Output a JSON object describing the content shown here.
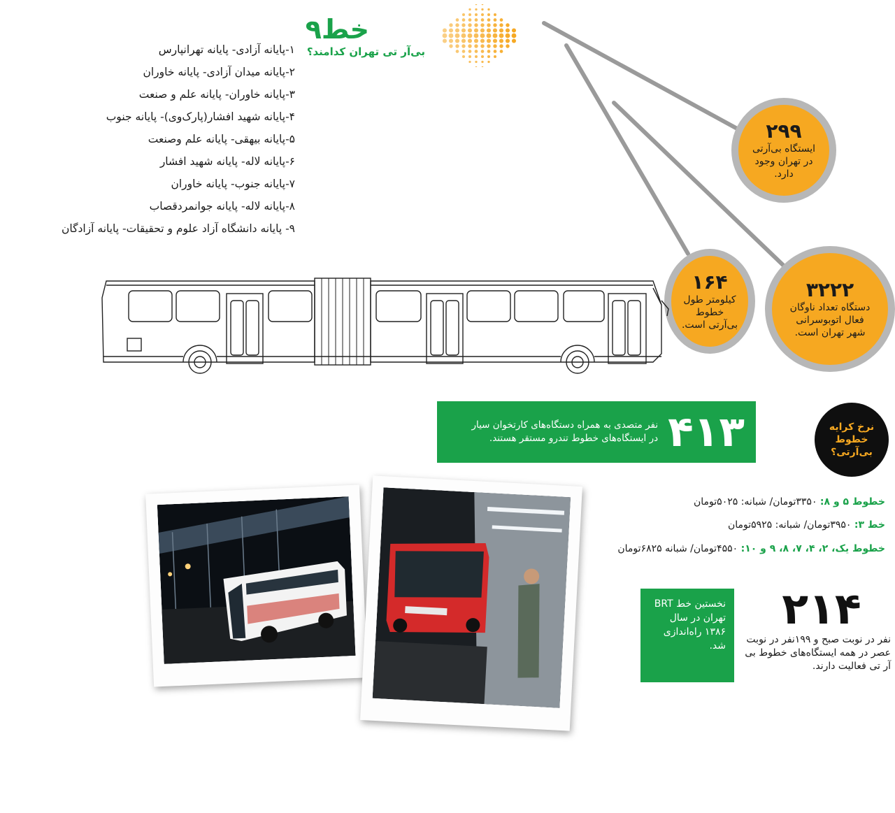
{
  "title": {
    "main": "۹خط",
    "sub": "بی‌آر تی تهران کدامند؟"
  },
  "lines": [
    "۱-پایانه آزادی- پایانه تهرانپارس",
    "۲-پایانه میدان آزادی- پایانه خاوران",
    "۳-پایانه خاوران- پایانه علم و صنعت",
    "۴-پایانه شهید افشار(پارک‌وی)- پایانه جنوب",
    "۵-پایانه بیهقی- پایانه علم وصنعت",
    "۶-پایانه لاله- پایانه شهید افشار",
    "۷-پایانه جنوب- پایانه خاوران",
    "۸-پایانه لاله- پایانه جوانمردقصاب",
    "۹- پایانه دانشگاه آزاد علوم و تحقیقات- پایانه آزادگان"
  ],
  "stats": {
    "stations": {
      "value": "۲۹۹",
      "text": "ایستگاه بی‌آرتی در تهران وجود دارد."
    },
    "length": {
      "value": "۱۶۴",
      "text": "کیلومتر طول خطوط بی‌آرتی است."
    },
    "buses": {
      "value": "۳۲۲۲",
      "text": "دستگاه تعداد ناوگان فعال اتوبوسرانی شهر تهران است."
    },
    "cards": {
      "value": "۴۱۳",
      "text": "نفر متصدی به همراه دستگاه‌های کارتخوان سیار در ایستگاه‌های خطوط تندرو مستقر هستند."
    },
    "staff": {
      "value": "۲۱۴",
      "text": "نفر در نوبت صبح و ۱۹۹نفر در نوبت عصر در همه ایستگاه‌های خطوط بی آر تی فعالیت دارند."
    }
  },
  "fare_question": "نرخ کرایه خطوط بی‌آرتی؟",
  "fares": [
    {
      "lines": "خطوط ۵ و ۸:",
      "price": " ۳۳۵۰تومان/ شبانه: ۵۰۲۵تومان"
    },
    {
      "lines": "خط ۳:",
      "price": " ۳۹۵۰تومان/ شبانه: ۵۹۲۵تومان"
    },
    {
      "lines": "خطوط یک، ۲، ۴، ۷، ۸، ۹ و ۱۰:",
      "price": " ۴۵۵۰تومان/ شبانه ۶۸۲۵تومان"
    }
  ],
  "brt_first": "نخستین خط BRT تهران در سال ۱۳۸۶ راه‌اندازی شد.",
  "colors": {
    "green": "#1aa24a",
    "orange": "#f6a821",
    "gray": "#b7b7b7",
    "black": "#0f0f0f"
  }
}
